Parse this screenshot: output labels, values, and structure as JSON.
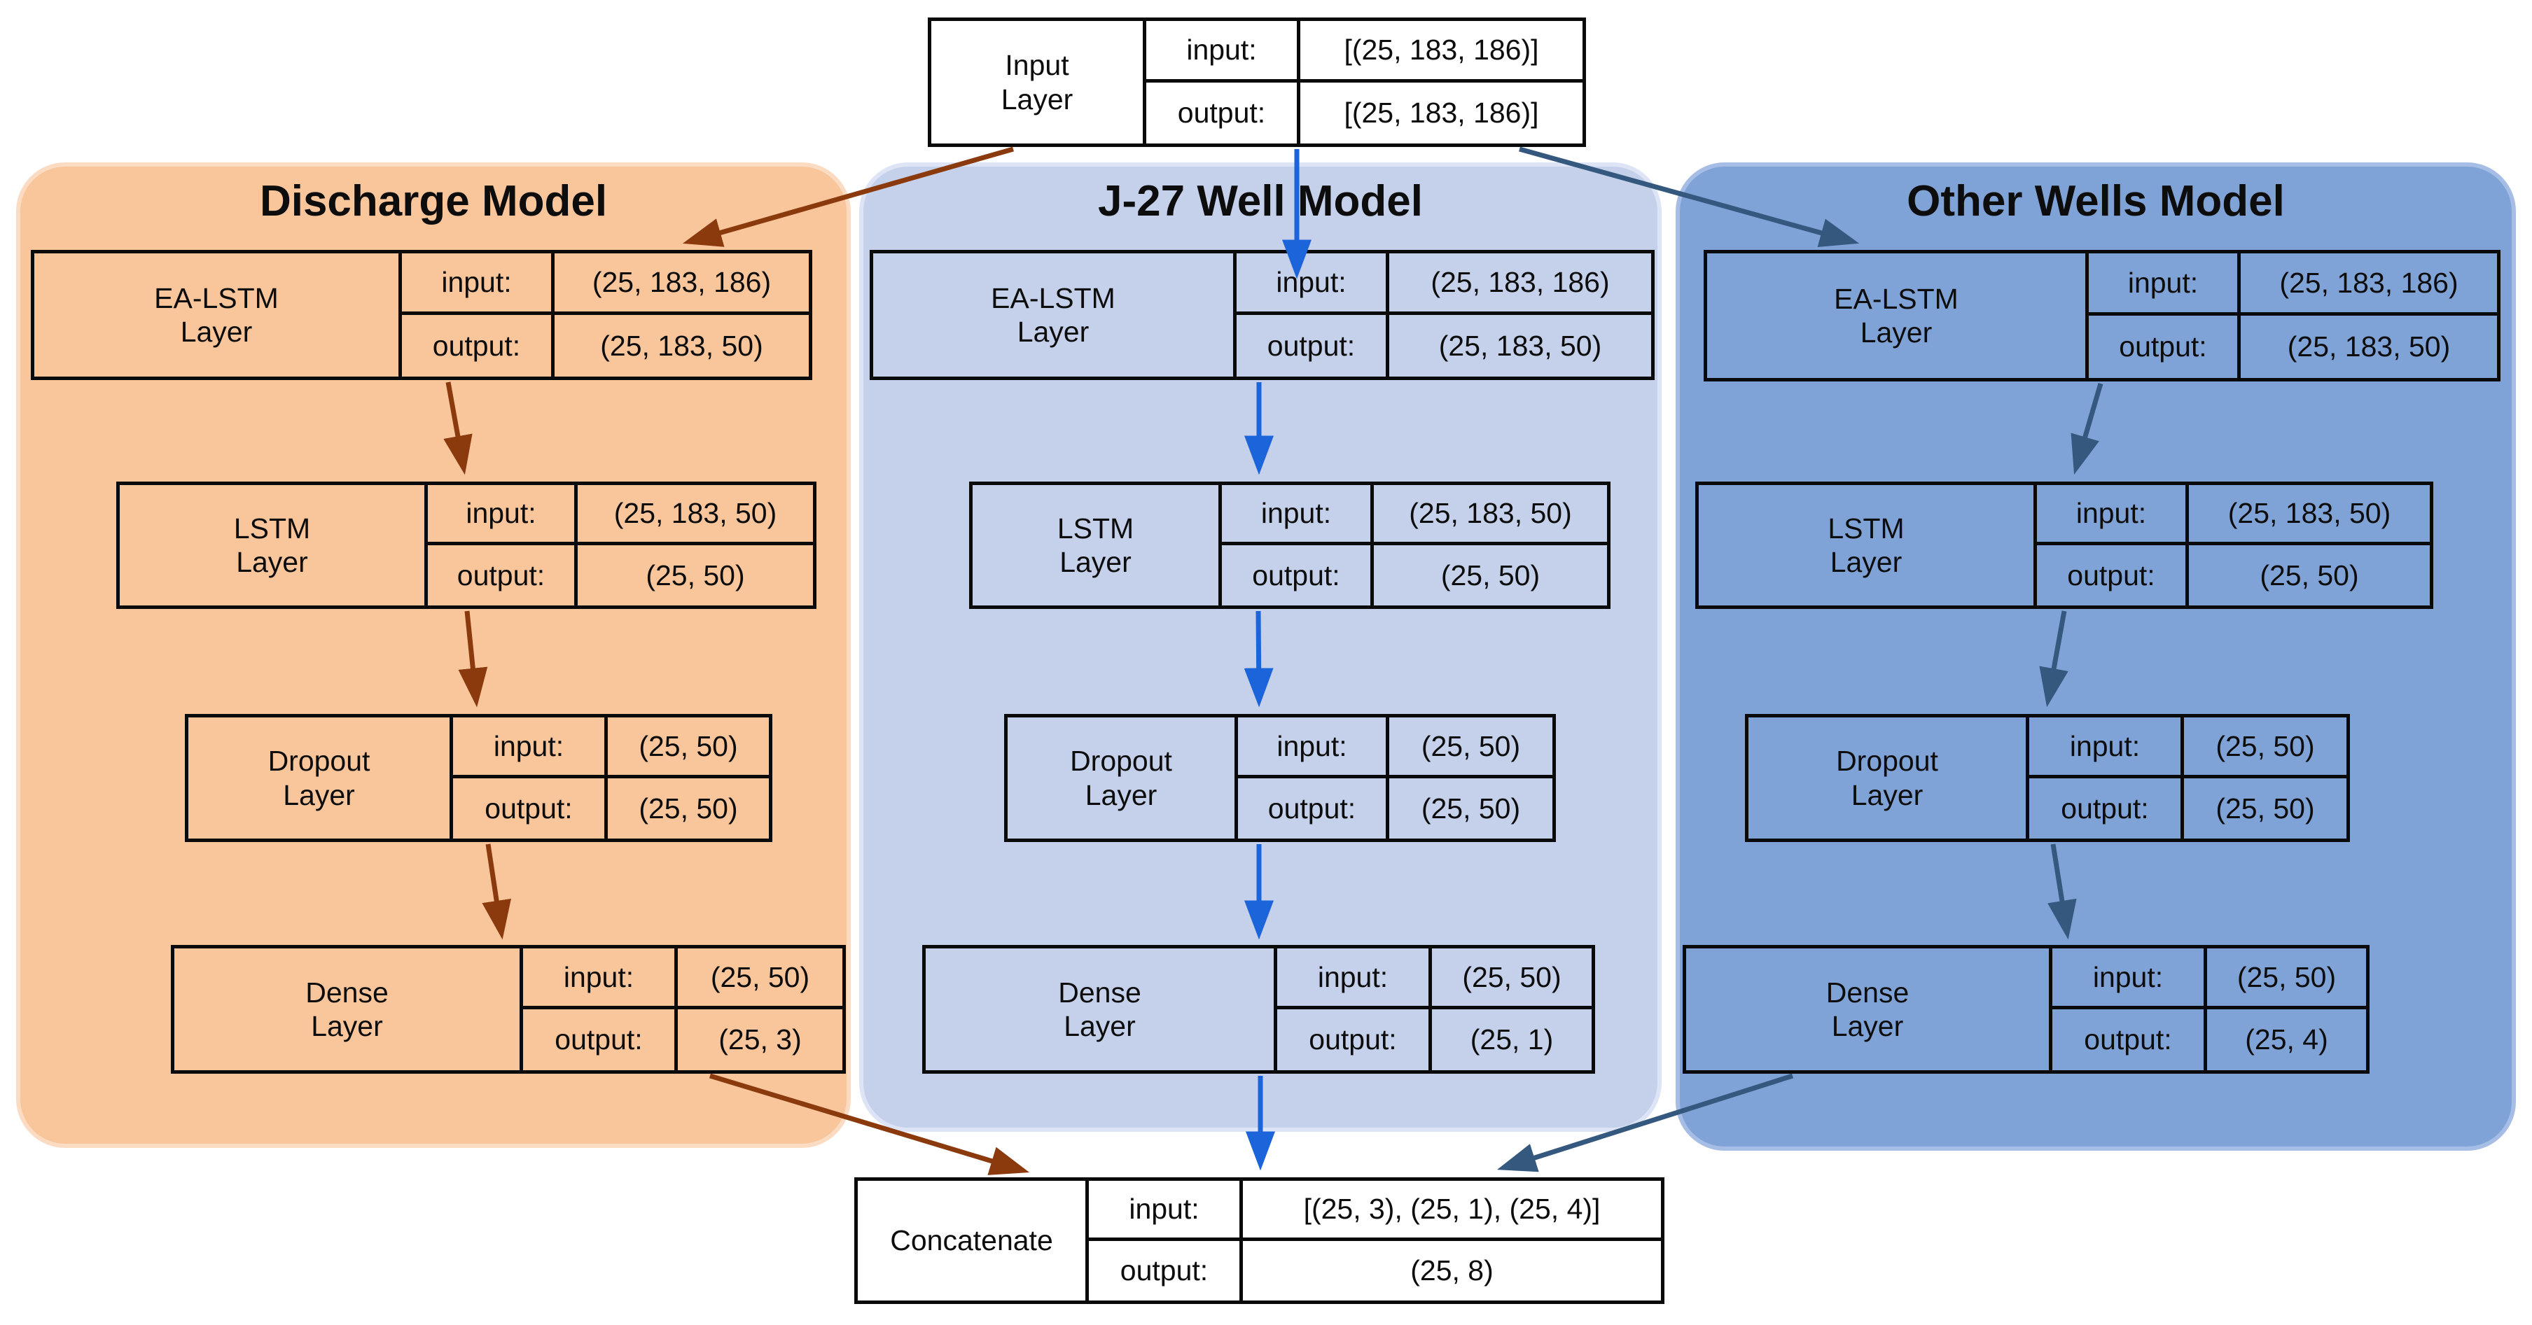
{
  "labels": {
    "input": "input:",
    "output": "output:"
  },
  "input_layer": {
    "name": "Input\nLayer",
    "input_value": "[(25, 183, 186)]",
    "output_value": "[(25, 183, 186)]"
  },
  "models": [
    {
      "id": "discharge",
      "title": "Discharge Model",
      "layers": [
        {
          "name": "EA-LSTM\nLayer",
          "input": "(25, 183, 186)",
          "output": "(25, 183, 50)"
        },
        {
          "name": "LSTM\nLayer",
          "input": "(25, 183, 50)",
          "output": "(25, 50)"
        },
        {
          "name": "Dropout\nLayer",
          "input": "(25, 50)",
          "output": "(25, 50)"
        },
        {
          "name": "Dense\nLayer",
          "input": "(25, 50)",
          "output": "(25, 3)"
        }
      ]
    },
    {
      "id": "j27",
      "title": "J-27 Well Model",
      "layers": [
        {
          "name": "EA-LSTM\nLayer",
          "input": "(25, 183, 186)",
          "output": "(25, 183, 50)"
        },
        {
          "name": "LSTM\nLayer",
          "input": "(25, 183, 50)",
          "output": "(25, 50)"
        },
        {
          "name": "Dropout\nLayer",
          "input": "(25, 50)",
          "output": "(25, 50)"
        },
        {
          "name": "Dense\nLayer",
          "input": "(25, 50)",
          "output": "(25, 1)"
        }
      ]
    },
    {
      "id": "others",
      "title": "Other Wells Model",
      "layers": [
        {
          "name": "EA-LSTM\nLayer",
          "input": "(25, 183, 186)",
          "output": "(25, 183, 50)"
        },
        {
          "name": "LSTM\nLayer",
          "input": "(25, 183, 50)",
          "output": "(25, 50)"
        },
        {
          "name": "Dropout\nLayer",
          "input": "(25, 50)",
          "output": "(25, 50)"
        },
        {
          "name": "Dense\nLayer",
          "input": "(25, 50)",
          "output": "(25, 4)"
        }
      ]
    }
  ],
  "concatenate": {
    "name": "Concatenate",
    "input_value": "[(25, 3), (25, 1), (25, 4)]",
    "output_value": "(25, 8)"
  },
  "colors": {
    "discharge_panel": "#F9C69C",
    "discharge_panel_edge": "#FBDCC3",
    "discharge_arrow": "#8B3A0E",
    "j27_panel": "#C5D1EB",
    "j27_panel_edge": "#DDE4F5",
    "j27_arrow": "#1B64D9",
    "others_panel": "#80A3D7",
    "others_panel_edge": "#A6BDE5",
    "others_arrow": "#35587E",
    "box_border": "#0A0A0A",
    "title_text": "#0D0D0D"
  }
}
